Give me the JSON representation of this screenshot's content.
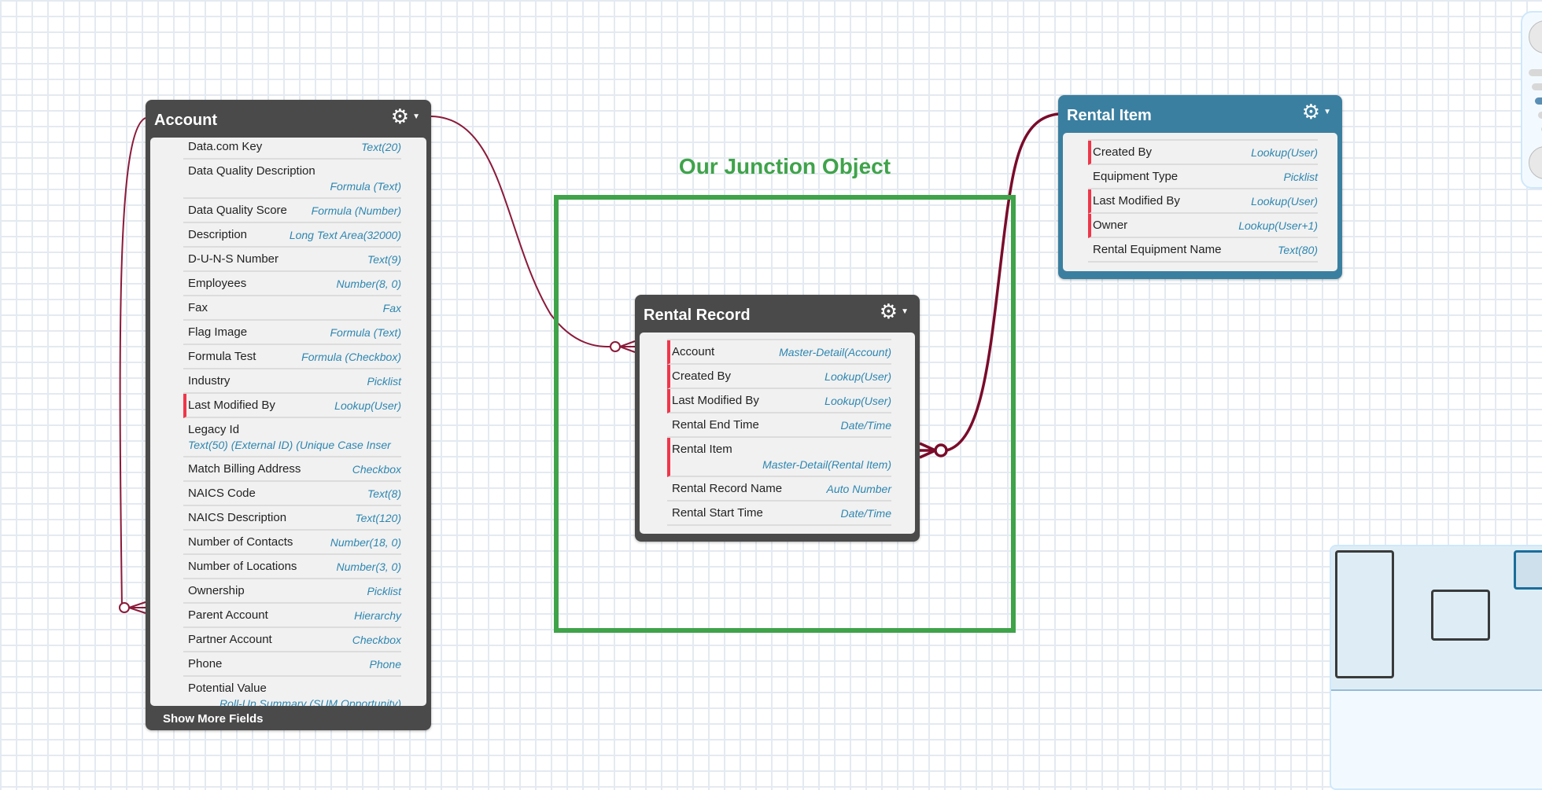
{
  "colors": {
    "link": "#8b1a3a",
    "link_dark": "#7a0b2b",
    "junction": "#3fa34a",
    "required": "#f0364a",
    "type_text": "#2d86b0"
  },
  "annotation": {
    "label": "Our Junction Object"
  },
  "objects": {
    "account": {
      "title": "Account",
      "settings_icon": "gear-icon",
      "show_more": "Show More Fields",
      "fields": [
        {
          "name": "Data.com Key",
          "type": "Text(20)"
        },
        {
          "name": "Data Quality Description",
          "type": "Formula (Text)",
          "two": true
        },
        {
          "name": "Data Quality Score",
          "type": "Formula (Number)"
        },
        {
          "name": "Description",
          "type": "Long Text Area(32000)"
        },
        {
          "name": "D-U-N-S Number",
          "type": "Text(9)"
        },
        {
          "name": "Employees",
          "type": "Number(8, 0)"
        },
        {
          "name": "Fax",
          "type": "Fax"
        },
        {
          "name": "Flag Image",
          "type": "Formula (Text)"
        },
        {
          "name": "Formula Test",
          "type": "Formula (Checkbox)"
        },
        {
          "name": "Industry",
          "type": "Picklist"
        },
        {
          "name": "Last Modified By",
          "type": "Lookup(User)",
          "required": true
        },
        {
          "name": "Legacy Id",
          "type": "Text(50) (External ID) (Unique Case Inser",
          "two": true,
          "left": true
        },
        {
          "name": "Match Billing Address",
          "type": "Checkbox"
        },
        {
          "name": "NAICS Code",
          "type": "Text(8)"
        },
        {
          "name": "NAICS Description",
          "type": "Text(120)"
        },
        {
          "name": "Number of Contacts",
          "type": "Number(18, 0)"
        },
        {
          "name": "Number of Locations",
          "type": "Number(3, 0)"
        },
        {
          "name": "Ownership",
          "type": "Picklist"
        },
        {
          "name": "Parent Account",
          "type": "Hierarchy"
        },
        {
          "name": "Partner Account",
          "type": "Checkbox"
        },
        {
          "name": "Phone",
          "type": "Phone"
        },
        {
          "name": "Potential Value",
          "type": "Roll-Up Summary (SUM Opportunity)",
          "two": true
        }
      ]
    },
    "rental_record": {
      "title": "Rental Record",
      "settings_icon": "gear-icon",
      "fields": [
        {
          "name": "Account",
          "type": "Master-Detail(Account)",
          "required": true
        },
        {
          "name": "Created By",
          "type": "Lookup(User)",
          "required": true
        },
        {
          "name": "Last Modified By",
          "type": "Lookup(User)",
          "required": true
        },
        {
          "name": "Rental End Time",
          "type": "Date/Time"
        },
        {
          "name": "Rental Item",
          "type": "Master-Detail(Rental Item)",
          "required": true,
          "two": true
        },
        {
          "name": "Rental Record Name",
          "type": "Auto Number"
        },
        {
          "name": "Rental Start Time",
          "type": "Date/Time"
        }
      ]
    },
    "rental_item": {
      "title": "Rental Item",
      "settings_icon": "gear-icon",
      "fields": [
        {
          "name": "Created By",
          "type": "Lookup(User)",
          "required": true
        },
        {
          "name": "Equipment Type",
          "type": "Picklist"
        },
        {
          "name": "Last Modified By",
          "type": "Lookup(User)",
          "required": true
        },
        {
          "name": "Owner",
          "type": "Lookup(User+1)",
          "required": true
        },
        {
          "name": "Rental Equipment Name",
          "type": "Text(80)"
        }
      ]
    }
  }
}
